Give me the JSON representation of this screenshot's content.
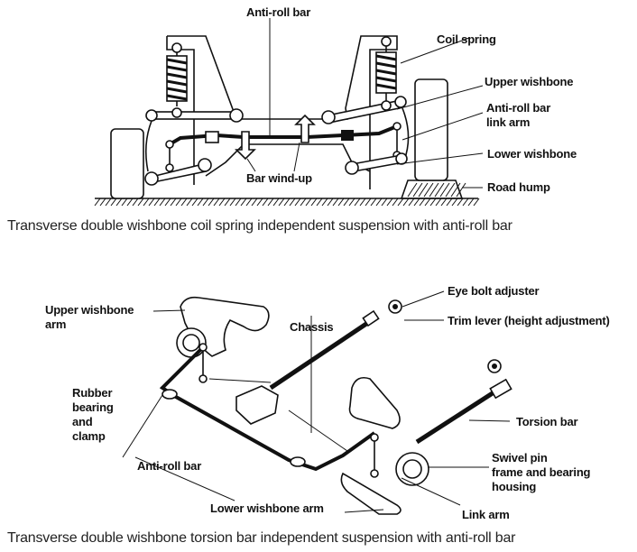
{
  "figure_top": {
    "caption": "Transverse double wishbone coil spring independent suspension with anti-roll bar",
    "labels": {
      "anti_roll_bar": "Anti-roll bar",
      "coil_spring": "Coil spring",
      "upper_wishbone": "Upper wishbone",
      "anti_roll_bar_link_arm_line1": "Anti-roll bar",
      "anti_roll_bar_link_arm_line2": "link arm",
      "lower_wishbone": "Lower wishbone",
      "bar_wind_up": "Bar wind-up",
      "road_hump": "Road hump"
    }
  },
  "figure_bottom": {
    "caption": "Transverse double wishbone torsion bar independent suspension with anti-roll bar",
    "labels": {
      "upper_wishbone_arm_line1": "Upper wishbone",
      "upper_wishbone_arm_line2": "arm",
      "chassis": "Chassis",
      "eye_bolt_adjuster": "Eye bolt adjuster",
      "trim_lever": "Trim lever (height adjustment)",
      "rubber_bearing_line1": "Rubber",
      "rubber_bearing_line2": "bearing",
      "rubber_bearing_line3": "and",
      "rubber_bearing_line4": "clamp",
      "torsion_bar": "Torsion bar",
      "anti_roll_bar": "Anti-roll bar",
      "swivel_pin_line1": "Swivel pin",
      "swivel_pin_line2": "frame and bearing",
      "swivel_pin_line3": "housing",
      "lower_wishbone_arm": "Lower wishbone arm",
      "link_arm": "Link arm"
    }
  }
}
